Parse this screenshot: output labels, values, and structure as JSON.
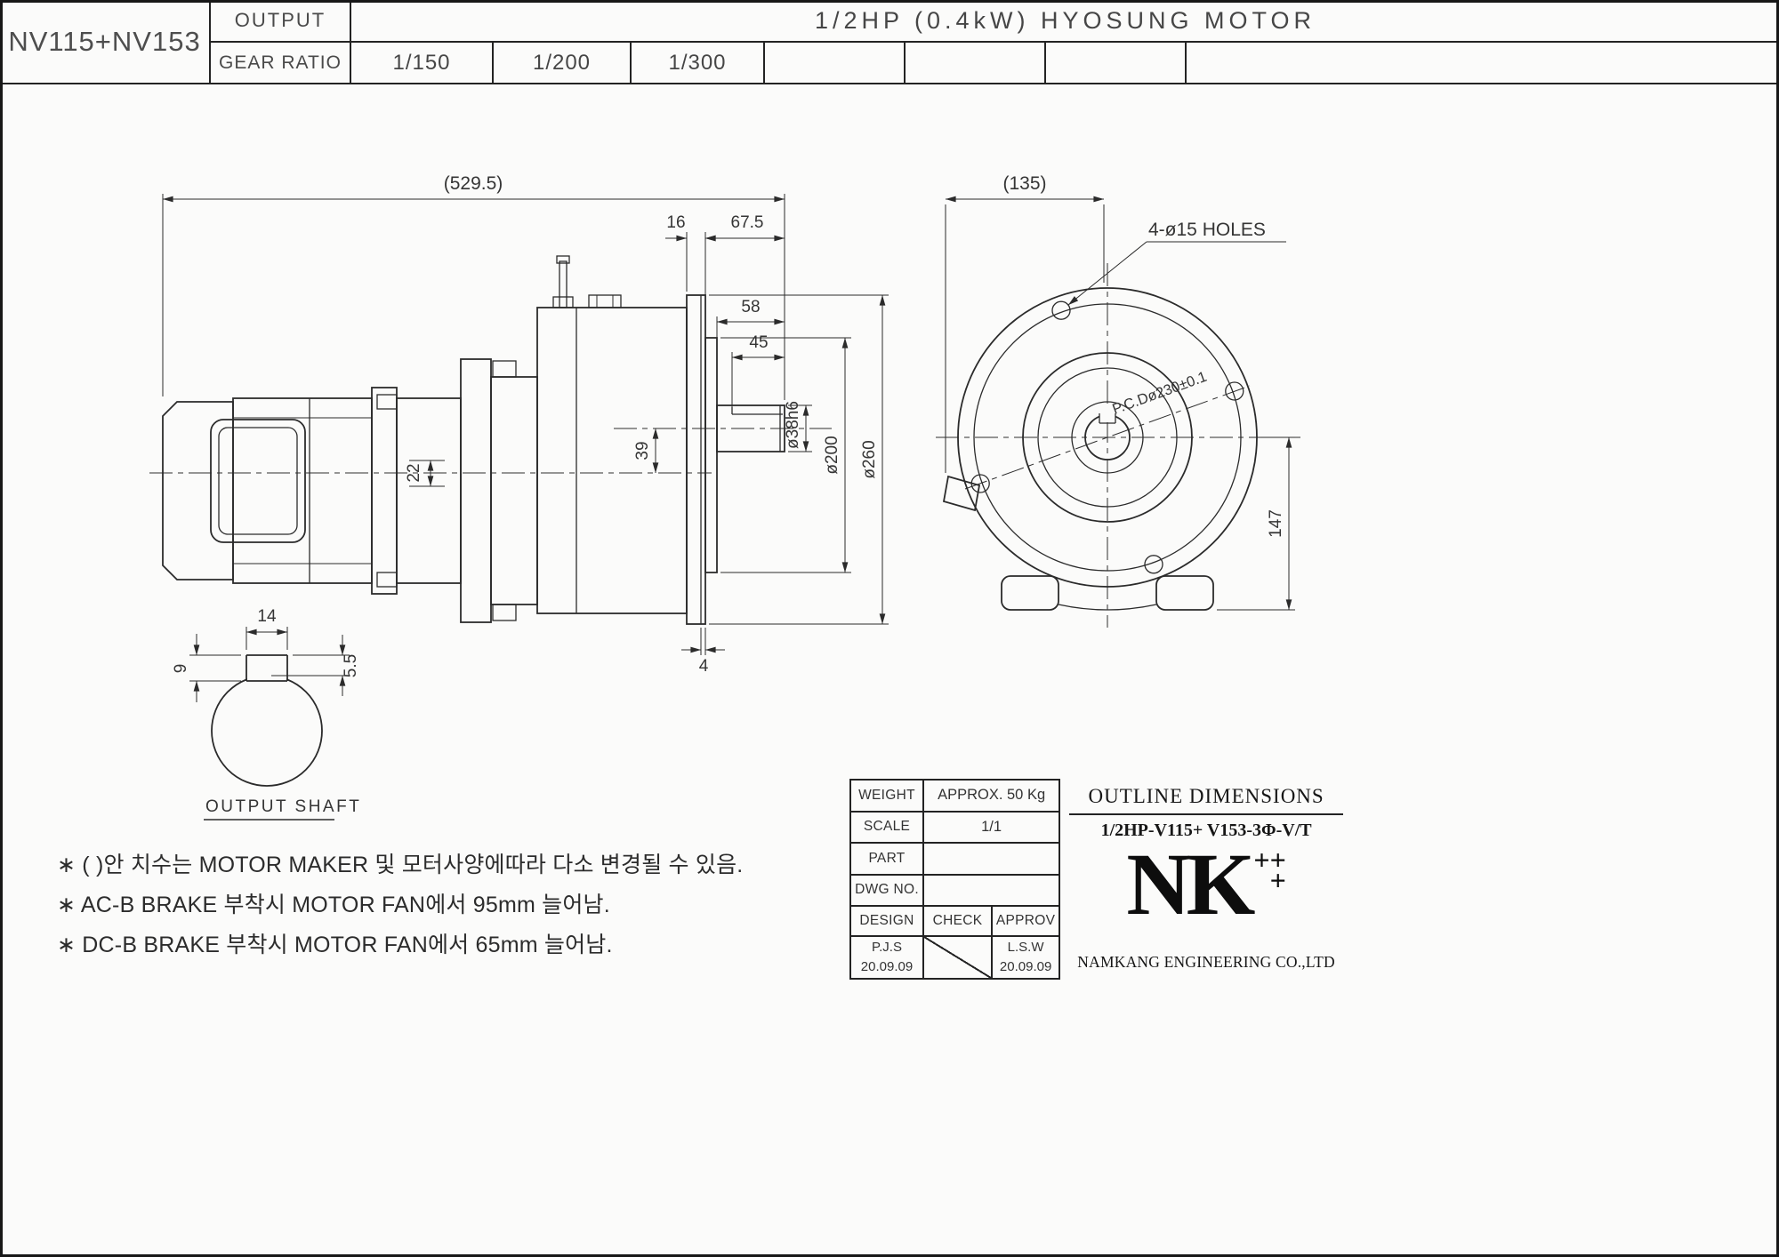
{
  "header": {
    "model": "NV115+NV153",
    "output_label": "OUTPUT",
    "gear_ratio_label": "GEAR RATIO",
    "motor": "1/2HP (0.4kW) HYOSUNG MOTOR",
    "gear_ratios": [
      "1/150",
      "1/200",
      "1/300"
    ]
  },
  "side_view": {
    "dim_overall": "(529.5)",
    "dim_flange_thk": "16",
    "dim_shaft_len": "67.5",
    "dim_58": "58",
    "dim_45": "45",
    "dim_39": "39",
    "dim_22": "22",
    "dim_4": "4",
    "dim_shaft_dia": "ø38h6",
    "dim_spigot_dia": "ø200",
    "dim_flange_dia": "ø260"
  },
  "front_view": {
    "dim_width": "(135)",
    "dim_height": "147",
    "holes_label": "4-ø15 HOLES",
    "pcd_label": "P.C.Dø230±0.1"
  },
  "shaft_detail": {
    "label": "OUTPUT SHAFT",
    "dim_key_width": "14",
    "dim_key_depth": "9",
    "dim_key_height": "5.5"
  },
  "notes": [
    "∗ ( )안 치수는 MOTOR MAKER 및 모터사양에따라 다소 변경될 수 있음.",
    "∗ AC-B BRAKE 부착시 MOTOR FAN에서 95mm 늘어남.",
    "∗ DC-B BRAKE 부착시 MOTOR FAN에서 65mm 늘어남."
  ],
  "title_block": {
    "weight_label": "WEIGHT",
    "weight_value": "APPROX. 50 Kg",
    "scale_label": "SCALE",
    "scale_value": "1/1",
    "part_label": "PART",
    "part_value": "",
    "dwg_no_label": "DWG NO.",
    "dwg_no_value": "",
    "design_label": "DESIGN",
    "check_label": "CHECK",
    "approv_label": "APPROV",
    "design_name": "P.J.S",
    "design_date": "20.09.09",
    "approv_name": "L.S.W",
    "approv_date": "20.09.09",
    "outline_title": "OUTLINE DIMENSIONS",
    "drawing_code": "1/2HP-V115+ V153-3Φ-V/T",
    "logo_text": "NK",
    "logo_plus_top": "++",
    "logo_plus_bottom": "+",
    "company": "NAMKANG ENGINEERING CO.,LTD"
  },
  "colors": {
    "line": "#2b2b2b",
    "text": "#3a3a3a"
  }
}
